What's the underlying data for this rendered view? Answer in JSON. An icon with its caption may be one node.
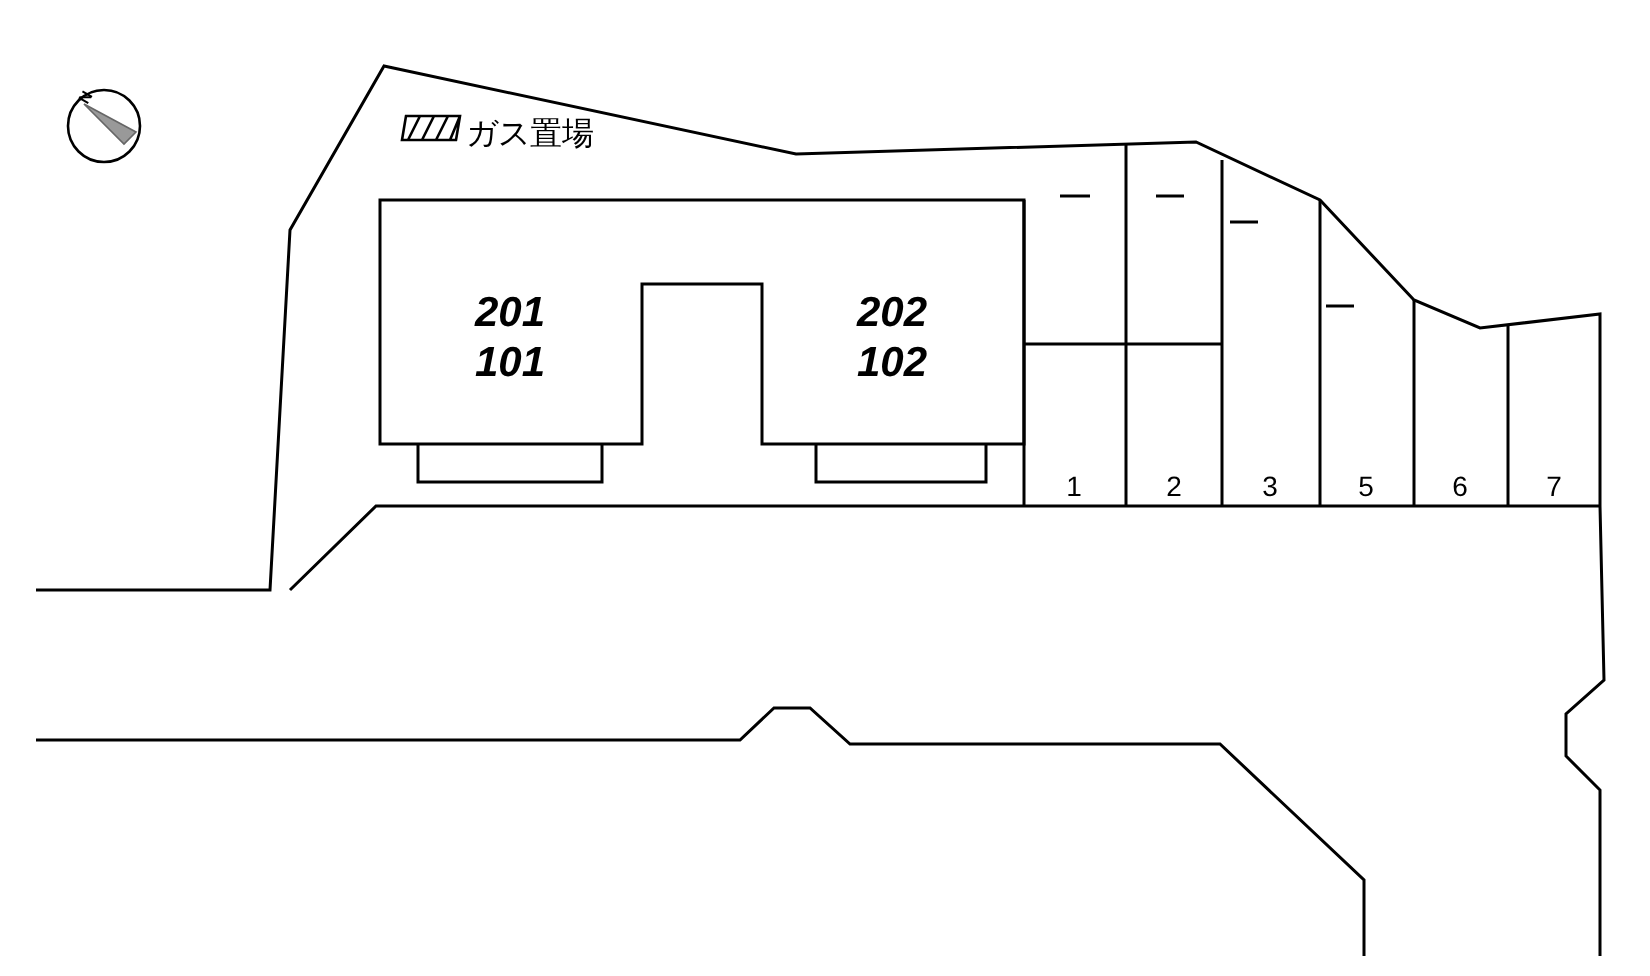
{
  "diagram": {
    "nodes": [
      {
        "text": [
          "ガス置場"
        ]
      },
      {
        "text": [
          "201 101"
        ]
      },
      {
        "text": [
          "202 102"
        ]
      },
      {
        "text": [
          "1"
        ]
      },
      {
        "text": [
          "2"
        ]
      },
      {
        "text": [
          "3"
        ]
      },
      {
        "text": [
          "5"
        ]
      },
      {
        "text": [
          "6"
        ]
      },
      {
        "text": [
          "7"
        ]
      }
    ],
    "edges": [],
    "labels": [
      "N"
    ]
  }
}
